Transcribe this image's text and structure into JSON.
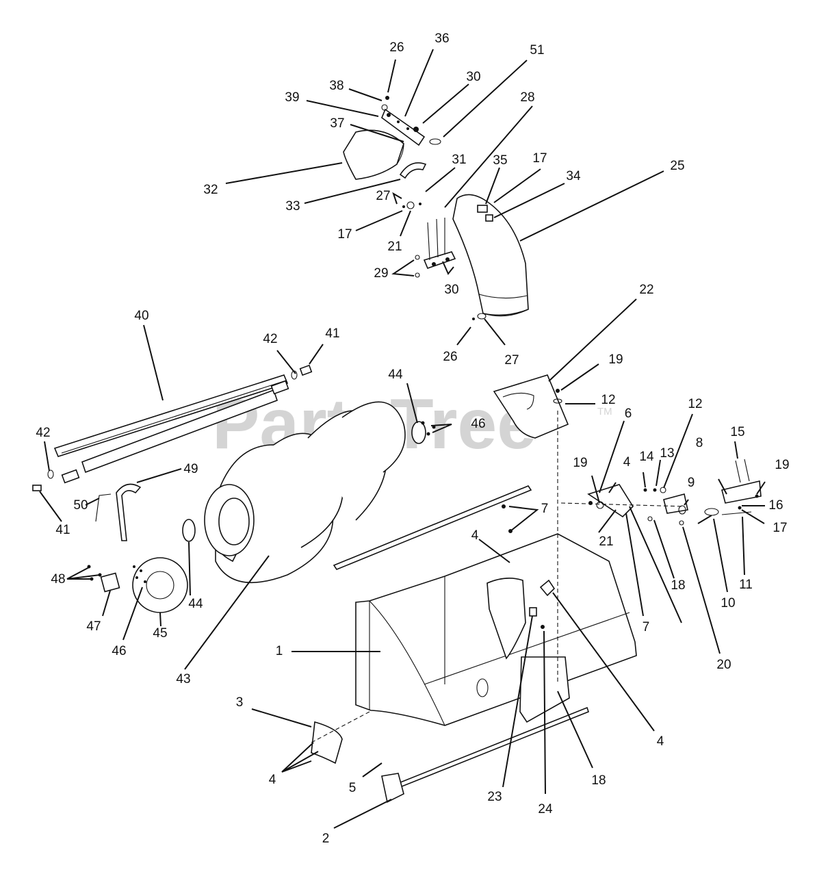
{
  "watermark": {
    "text": "PartsTree",
    "mark": "TM"
  },
  "callouts": {
    "c1": "1",
    "c2": "2",
    "c3": "3",
    "c4a": "4",
    "c4b": "4",
    "c4c": "4",
    "c4d": "4",
    "c5": "5",
    "c6": "6",
    "c7a": "7",
    "c7b": "7",
    "c8": "8",
    "c9": "9",
    "c10": "10",
    "c11": "11",
    "c12a": "12",
    "c12b": "12",
    "c13": "13",
    "c14": "14",
    "c15": "15",
    "c16": "16",
    "c17a": "17",
    "c17b": "17",
    "c17c": "17",
    "c18a": "18",
    "c18b": "18",
    "c19a": "19",
    "c19b": "19",
    "c19c": "19",
    "c20": "20",
    "c21a": "21",
    "c21b": "21",
    "c22": "22",
    "c23": "23",
    "c24": "24",
    "c25": "25",
    "c26a": "26",
    "c26b": "26",
    "c27a": "27",
    "c27b": "27",
    "c28": "28",
    "c29": "29",
    "c30a": "30",
    "c30b": "30",
    "c31": "31",
    "c32": "32",
    "c33": "33",
    "c34": "34",
    "c35": "35",
    "c36": "36",
    "c37": "37",
    "c38": "38",
    "c39": "39",
    "c40": "40",
    "c41a": "41",
    "c41b": "41",
    "c42a": "42",
    "c42b": "42",
    "c43": "43",
    "c44a": "44",
    "c44b": "44",
    "c45": "45",
    "c46a": "46",
    "c46b": "46",
    "c47": "47",
    "c48": "48",
    "c49": "49",
    "c50": "50",
    "c51": "51"
  }
}
